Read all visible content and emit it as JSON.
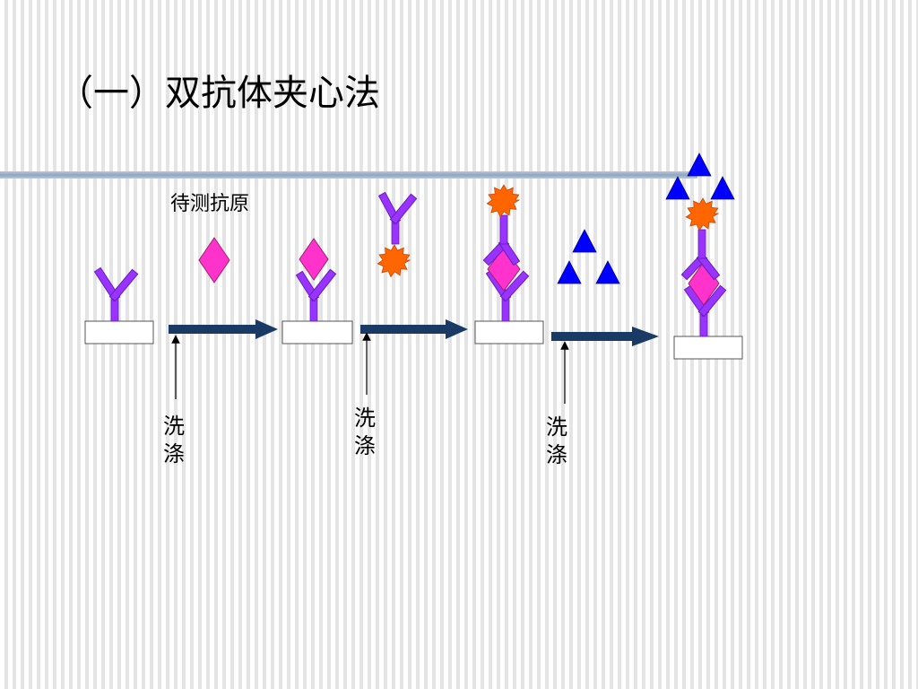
{
  "slide": {
    "title": "（一）双抗体夹心法"
  },
  "diagram": {
    "antigen_label": "待测抗原",
    "wash_labels": [
      "洗涤",
      "洗涤",
      "洗涤"
    ]
  },
  "colors": {
    "antibody": "#9933ff",
    "antigen": "#ff33cc",
    "enzyme": "#ff6600",
    "substrate": "#0000ff",
    "arrow": "#1a3a66",
    "divider": "#8ea5c2"
  },
  "icons": {
    "antibody": "y-shaped-antibody-icon",
    "antigen": "diamond-antigen-icon",
    "enzyme": "starburst-enzyme-icon",
    "substrate": "triangle-substrate-icon"
  }
}
